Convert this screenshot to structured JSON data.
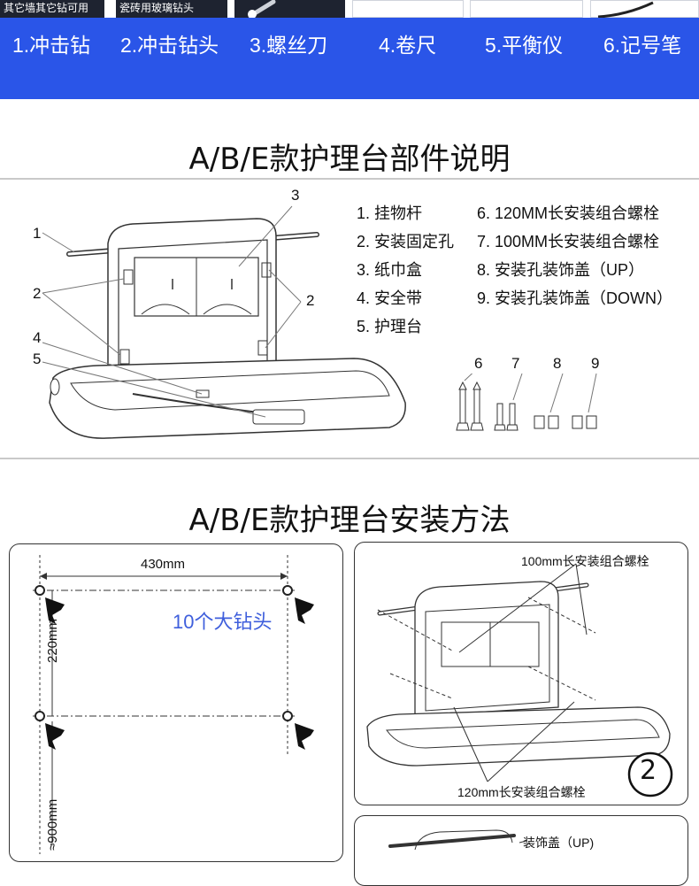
{
  "top_strip": {
    "tiles": [
      "其它墙其它钻可用",
      "瓷砖用玻璃钻头"
    ]
  },
  "tools_band": {
    "items": [
      "1.冲击钻",
      "2.冲击钻头",
      "3.螺丝刀",
      "4.卷尺",
      "5.平衡仪",
      "6.记号笔"
    ],
    "color": "#2a55e8"
  },
  "parts_section": {
    "title": "A/B/E款护理台部件说明",
    "callouts": [
      "1",
      "2",
      "2",
      "3",
      "4",
      "5"
    ],
    "parts_col1": [
      "1. 挂物杆",
      "2. 安装固定孔",
      "3. 纸巾盒",
      "4. 安全带",
      "5. 护理台"
    ],
    "parts_col2": [
      "6. 120MM长安装组合螺栓",
      "7. 100MM长安装组合螺栓",
      "8. 安装孔装饰盖（UP）",
      "9. 安装孔装饰盖（DOWN）"
    ],
    "hardware_labels": [
      "6",
      "7",
      "8",
      "9"
    ]
  },
  "install_section": {
    "title": "A/B/E款护理台安装方法",
    "step1": {
      "width": "430mm",
      "height": "220mm",
      "floor": "≈900mm",
      "drill_note": "10个大钻头",
      "accent": "#3f5fdc"
    },
    "step2": {
      "top_label": "100mm长安装组合螺栓",
      "bottom_label": "120mm长安装组合螺栓",
      "step_number": "2"
    },
    "step3": {
      "label": "装饰盖（UP)"
    }
  }
}
